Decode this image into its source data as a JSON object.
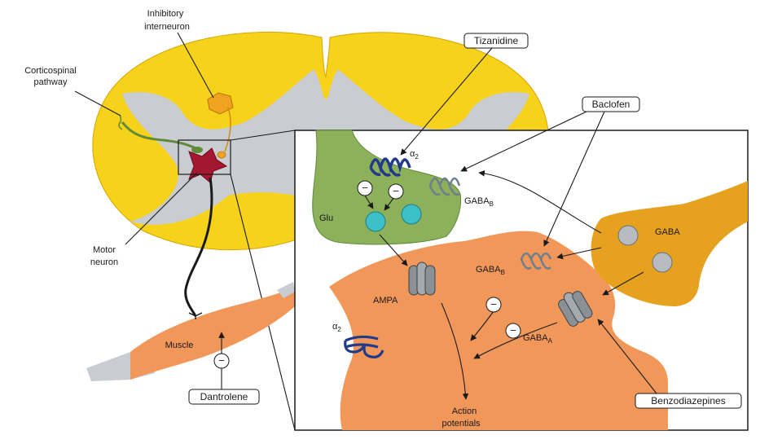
{
  "colors": {
    "gray_matter": "#c9ccd1",
    "white_matter": "#f6d21a",
    "orange_cell": "#f2975a",
    "glu_terminal": "#8db05a",
    "gaba_terminal": "#e6a21f",
    "motor_neuron": "#a51730",
    "interneuron": "#f0a320",
    "receptor_blue": "#213a8a",
    "receptor_gray": "#6f7f8c",
    "vesicle_cyan": "#3dc0c8"
  },
  "labels": {
    "inhibitory_interneuron_line1": "Inhibitory",
    "inhibitory_interneuron_line2": "interneuron",
    "corticospinal_line1": "Corticospinal",
    "corticospinal_line2": "pathway",
    "motor_neuron_line1": "Motor",
    "motor_neuron_line2": "neuron",
    "muscle": "Muscle",
    "dantrolene": "Dantrolene",
    "tizanidine": "Tizanidine",
    "baclofen": "Baclofen",
    "benzodiazepines": "Benzodiazepines",
    "glu": "Glu",
    "gaba": "GABA",
    "alpha2": "α",
    "alpha2_sub": "2",
    "gaba_b": "GABA",
    "gaba_b_sub": "B",
    "gaba_a": "GABA",
    "gaba_a_sub": "A",
    "ampa": "AMPA",
    "action_line1": "Action",
    "action_line2": "potentials",
    "minus": "−"
  }
}
